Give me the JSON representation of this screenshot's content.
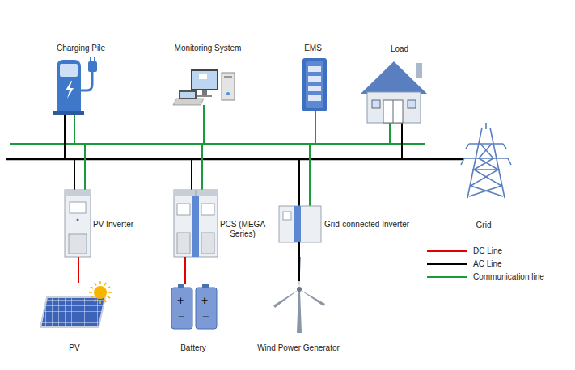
{
  "diagram": {
    "nodes": [
      {
        "text": [
          "Charging Pile"
        ]
      },
      {
        "text": [
          "Monitoring System"
        ]
      },
      {
        "text": [
          "EMS"
        ]
      },
      {
        "text": [
          "Load"
        ]
      },
      {
        "text": [
          "Grid"
        ]
      },
      {
        "text": [
          "PV Inverter"
        ]
      },
      {
        "text": [
          "PCS (MEGA Series)"
        ]
      },
      {
        "text": [
          "Grid-connected Inverter"
        ]
      },
      {
        "text": [
          "PV"
        ]
      },
      {
        "text": [
          "Battery"
        ]
      },
      {
        "text": [
          "Wind Power Generator"
        ]
      }
    ],
    "edges": [
      {
        "from": 8,
        "to": 5,
        "arrow": "none"
      },
      {
        "from": 9,
        "to": 6,
        "arrow": "none"
      },
      {
        "from": 10,
        "to": 7,
        "arrow": "none"
      }
    ],
    "labels": [
      "+",
      "+",
      "−",
      "−"
    ],
    "legend": [
      {
        "text": "DC Line"
      },
      {
        "text": "AC Line"
      },
      {
        "text": "Communication line"
      }
    ]
  }
}
